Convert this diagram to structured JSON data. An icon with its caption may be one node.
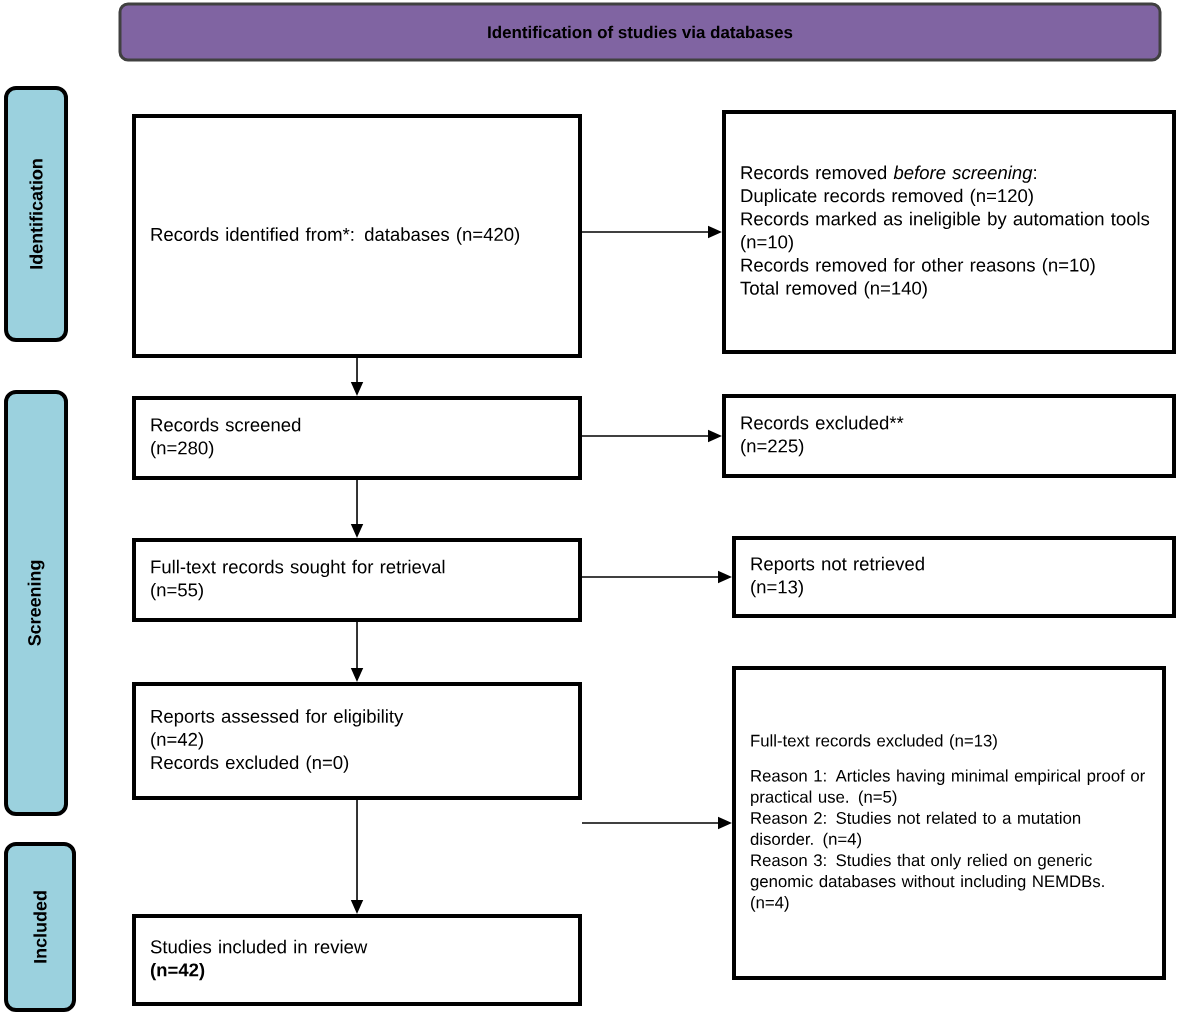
{
  "diagram": {
    "nodes": [
      {
        "text": [
          "Identification of studies via databases"
        ]
      },
      {
        "text": [
          "Identification"
        ]
      },
      {
        "text": [
          "Screening"
        ]
      },
      {
        "text": [
          "Included"
        ]
      },
      {
        "text": [
          "Records identified from*: databases (n=420)"
        ]
      },
      {
        "text": [
          "Records removed *before screening*:",
          "Duplicate records removed (n=120)",
          "Records marked as ineligible by automation tools (n=10)",
          "Records removed for other reasons (n=10)",
          "Total removed (n=140)"
        ]
      },
      {
        "text": [
          "Records screened",
          "(n=280)"
        ]
      },
      {
        "text": [
          "Records excluded**",
          "(n=225)"
        ]
      },
      {
        "text": [
          "Full-text records sought for retrieval",
          "(n=55)"
        ]
      },
      {
        "text": [
          "Reports not retrieved",
          "(n=13)"
        ]
      },
      {
        "text": [
          "Reports assessed for eligibility",
          "(n=42)",
          "Records excluded (n=0)"
        ]
      },
      {
        "text": [
          "Full-text records excluded (n=13)",
          "Reason 1: Articles having minimal empirical proof or practical use. (n=5)",
          "Reason 2: Studies not related to a mutation disorder. (n=4)",
          "Reason 3: Studies that only relied on generic genomic databases without including NEMDBs. (n=4)"
        ]
      },
      {
        "text": [
          "Studies included in review",
          "**(n=42)**"
        ]
      }
    ],
    "edges": [
      {
        "from": 4,
        "to": 5,
        "arrow": "to"
      },
      {
        "from": 4,
        "to": 6,
        "arrow": "to"
      },
      {
        "from": 6,
        "to": 7,
        "arrow": "to"
      },
      {
        "from": 6,
        "to": 8,
        "arrow": "to"
      },
      {
        "from": 8,
        "to": 9,
        "arrow": "to"
      },
      {
        "from": 8,
        "to": 10,
        "arrow": "to"
      },
      {
        "from": 10,
        "to": 11,
        "arrow": "to"
      },
      {
        "from": 10,
        "to": 12,
        "arrow": "to"
      }
    ]
  }
}
